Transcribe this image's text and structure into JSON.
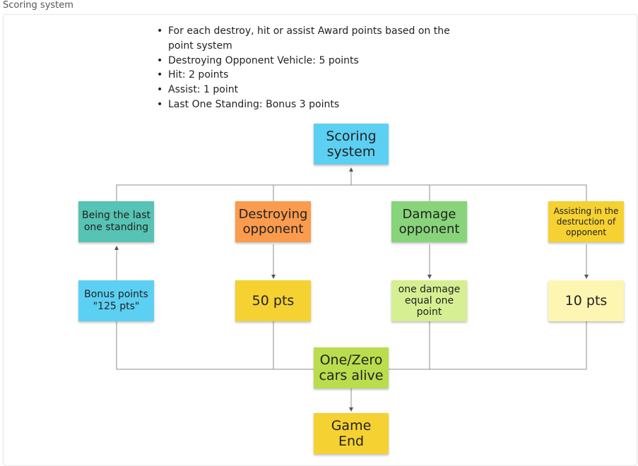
{
  "panel": {
    "title": "Scoring system"
  },
  "bullets": [
    "For each destroy, hit or assist Award points based on the point system",
    "Destroying Opponent Vehicle: 5 points",
    "Hit: 2 points",
    "Assist: 1 point",
    "Last One Standing: Bonus 3 points"
  ],
  "bullet_marker": "•",
  "colors": {
    "light_blue": "#5cd0f2",
    "teal": "#57c3b4",
    "orange": "#fb9b4d",
    "green": "#88d47a",
    "yellow": "#f5d132",
    "pale_green": "#d6ef92",
    "pale_yellow": "#fdf6b3",
    "lime": "#b9dd4c",
    "connector": "#8c8c8c"
  },
  "notes": {
    "scoring_system": "Scoring system",
    "last_one_standing": "Being the last one standing",
    "destroying_opponent": "Destroying opponent",
    "damage_opponent": "Damage opponent",
    "assisting": "Assisting in the destruction of opponent",
    "bonus_points": "Bonus points \"125 pts\"",
    "fifty_pts": "50 pts",
    "one_damage": "one damage equal one point",
    "ten_pts": "10 pts",
    "cars_alive": "One/Zero cars alive",
    "game_end": "Game End"
  }
}
